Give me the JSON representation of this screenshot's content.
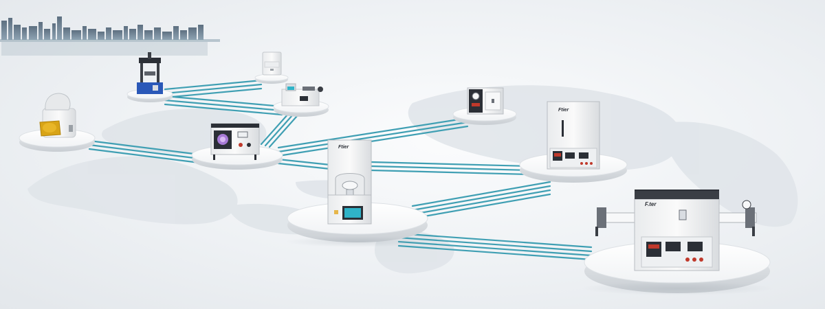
{
  "scene": {
    "theme": "laboratory equipment network banner",
    "colors": {
      "background": "#eef1f4",
      "world_map": "#dfe4e9",
      "connector_line": "#3f9fb3",
      "platform": "#ffffff",
      "platform_edge": "#d3d8dd",
      "equipment_body": "#f4f5f6",
      "equipment_dark": "#2b2f36",
      "press_blue": "#2a58b8",
      "screen_teal": "#2fb3c8"
    }
  },
  "brand_labels": {
    "furnace_logo": "Ftier",
    "tube_furnace_logo": "F.ter"
  },
  "devices": [
    {
      "name": "planetary-ball-mill",
      "icon": "ball-mill-icon"
    },
    {
      "name": "hydraulic-press",
      "icon": "hydraulic-press-icon"
    },
    {
      "name": "small-box-unit",
      "icon": "small-box-icon"
    },
    {
      "name": "tabletop-coater",
      "icon": "coater-icon"
    },
    {
      "name": "plasma-cleaner",
      "icon": "plasma-cleaner-icon"
    },
    {
      "name": "vacuum-drying-oven",
      "icon": "vacuum-oven-icon"
    },
    {
      "name": "muffle-furnace",
      "icon": "muffle-furnace-icon"
    },
    {
      "name": "lift-furnace",
      "icon": "lift-furnace-icon"
    },
    {
      "name": "tube-furnace",
      "icon": "tube-furnace-icon"
    }
  ]
}
